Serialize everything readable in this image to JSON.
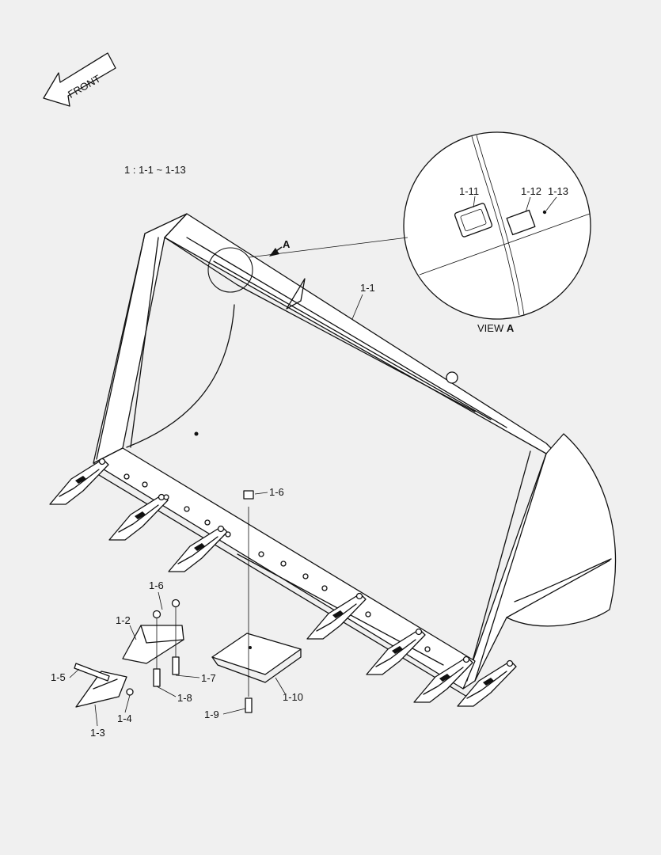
{
  "front_arrow": {
    "label": "FRONT"
  },
  "legend": {
    "text": "1 : 1-1 ~ 1-13"
  },
  "view_marker": {
    "label": "A"
  },
  "detail_view": {
    "title_prefix": "VIEW",
    "title_letter": "A",
    "callouts": [
      "1-11",
      "1-12",
      "1-13"
    ]
  },
  "callouts": {
    "c1_1": "1-1",
    "c1_6_top": "1-6",
    "c1_6_left": "1-6",
    "c1_2": "1-2",
    "c1_5": "1-5",
    "c1_4": "1-4",
    "c1_3": "1-3",
    "c1_7": "1-7",
    "c1_8": "1-8",
    "c1_9": "1-9",
    "c1_10": "1-10"
  },
  "tooth_count": 7,
  "colors": {
    "background": "#f0f0f0",
    "line": "#111111",
    "part_fill": "#ffffff"
  }
}
